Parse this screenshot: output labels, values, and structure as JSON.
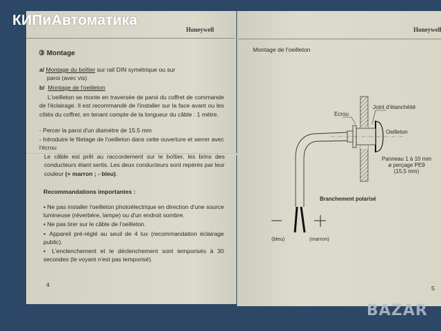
{
  "watermark_top": "КИПиАвтоматика",
  "watermark_bottom": "BAZAR",
  "left_page": {
    "brand": "Honeywell",
    "section_number": "③",
    "section_title": "Montage",
    "a_label": "a/",
    "a_title": "Montage du boîtier",
    "a_text_1": " sur rail DIN symétrique ou sur",
    "a_text_2": "paroi (avec vis)",
    "b_label": "b/",
    "b_title": "Montage de l'oeilleton",
    "paragraph": "L'oeilleton se monte en traversée de paroi du coffret de commande de l'éclairage. Il est recommandé de l'installer sur la face avant ou les côtés du coffret, en tenant compte de la longueur du câble : 1 mètre.",
    "step_1": "- Percer la paroi d'un diamètre de 15.5 mm",
    "step_2": "- Introduire le filetage de l'oeilleton dans cette ouverture et serrer avec l'écrou",
    "cable_text_1": "Le câble est prêt au raccordement sur le boîtier, les brins des conducteurs étant sertis. Les deux conducteurs sont repérés par leur couleur ",
    "cable_colors": "(+ marron ; - bleu)",
    "cable_end": ".",
    "reco_title": "Recommandations importantes :",
    "reco_items": [
      "Ne pas installer l'oeilleton photoélectrique en direction  d'une source lumineuse (réverbère, lampe) ou d'un endroit sombre.",
      "Ne pas tirer sur le câble de l'oeilleton.",
      "Appareil pré-réglé au seuil de 4 lux (recommandation éclairage public).",
      "L'enclenchement et le déclenchement sont temporisés à 30 secondes  (le voyant n'est pas temporisé)."
    ],
    "page_number": "4"
  },
  "right_page": {
    "brand": "Honeywell",
    "title": "Montage de l'oeilleton",
    "labels": {
      "ecrou": "Ecrou",
      "joint": "Joint d'étanchéité",
      "oeilleton": "Oeilleton",
      "panneau_1": "Panneau 1 à 10 mm",
      "panneau_2": "ø perçage PE9",
      "panneau_3": "(15,5 mm)",
      "branchement": "Branchement polarisé",
      "minus": "—",
      "plus": "+",
      "bleu": "(bleu)",
      "marron": "(marron)"
    },
    "page_number": "5"
  }
}
